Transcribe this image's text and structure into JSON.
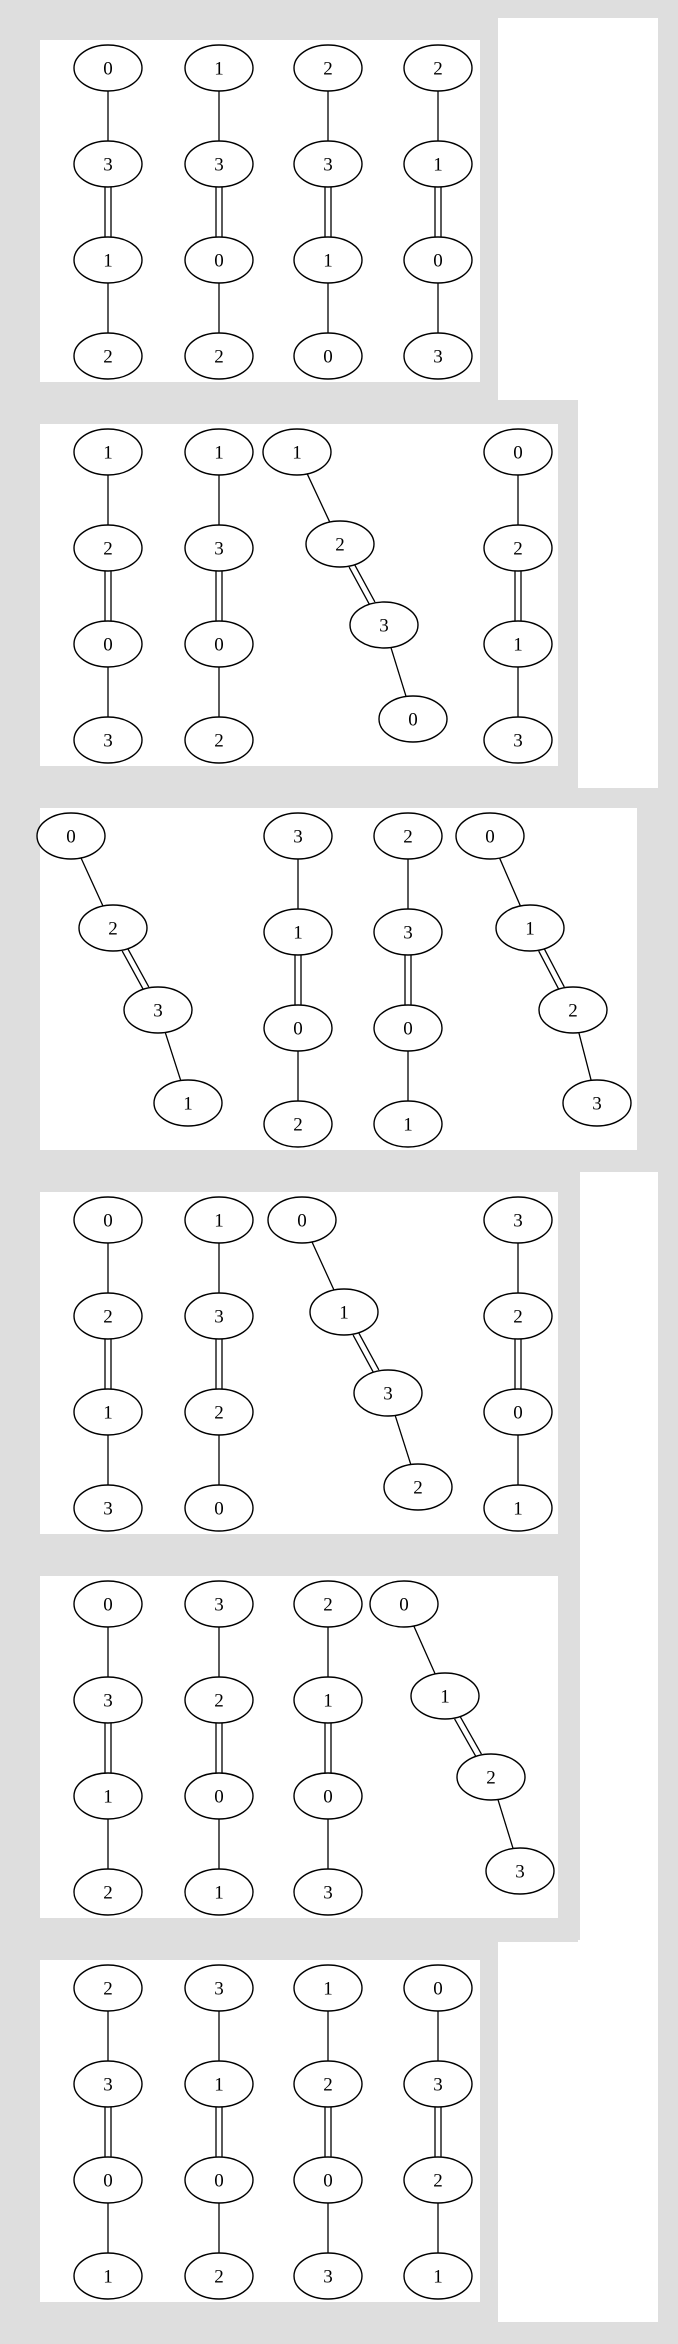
{
  "colors": {
    "outer_background": "#dedede",
    "panel_background": "#ffffff",
    "stroke": "#000000"
  },
  "panels": [
    {
      "graphs": [
        {
          "nodes": [
            "0",
            "3",
            "1",
            "2"
          ],
          "edges": [
            "single",
            "double",
            "single"
          ]
        },
        {
          "nodes": [
            "1",
            "3",
            "0",
            "2"
          ],
          "edges": [
            "single",
            "double",
            "single"
          ]
        },
        {
          "nodes": [
            "2",
            "3",
            "1",
            "0"
          ],
          "edges": [
            "single",
            "double",
            "single"
          ]
        },
        {
          "nodes": [
            "2",
            "1",
            "0",
            "3"
          ],
          "edges": [
            "single",
            "double",
            "single"
          ]
        }
      ]
    },
    {
      "graphs": [
        {
          "nodes": [
            "1",
            "2",
            "0",
            "3"
          ],
          "edges": [
            "single",
            "double",
            "single"
          ]
        },
        {
          "nodes": [
            "1",
            "3",
            "0",
            "2"
          ],
          "edges": [
            "single",
            "double",
            "single"
          ]
        },
        {
          "nodes": [
            "1",
            "2",
            "3",
            "0"
          ],
          "edges": [
            "single",
            "double",
            "single"
          ]
        },
        {
          "nodes": [
            "0",
            "2",
            "1",
            "3"
          ],
          "edges": [
            "single",
            "double",
            "single"
          ]
        }
      ]
    },
    {
      "graphs": [
        {
          "nodes": [
            "0",
            "2",
            "3",
            "1"
          ],
          "edges": [
            "single",
            "double",
            "single"
          ]
        },
        {
          "nodes": [
            "3",
            "1",
            "0",
            "2"
          ],
          "edges": [
            "single",
            "double",
            "single"
          ]
        },
        {
          "nodes": [
            "2",
            "3",
            "0",
            "1"
          ],
          "edges": [
            "single",
            "double",
            "single"
          ]
        },
        {
          "nodes": [
            "0",
            "1",
            "2",
            "3"
          ],
          "edges": [
            "single",
            "double",
            "single"
          ]
        }
      ]
    },
    {
      "graphs": [
        {
          "nodes": [
            "0",
            "2",
            "1",
            "3"
          ],
          "edges": [
            "single",
            "double",
            "single"
          ]
        },
        {
          "nodes": [
            "1",
            "3",
            "2",
            "0"
          ],
          "edges": [
            "single",
            "double",
            "single"
          ]
        },
        {
          "nodes": [
            "0",
            "1",
            "3",
            "2"
          ],
          "edges": [
            "single",
            "double",
            "single"
          ]
        },
        {
          "nodes": [
            "3",
            "2",
            "0",
            "1"
          ],
          "edges": [
            "single",
            "double",
            "single"
          ]
        }
      ]
    },
    {
      "graphs": [
        {
          "nodes": [
            "0",
            "3",
            "1",
            "2"
          ],
          "edges": [
            "single",
            "double",
            "single"
          ]
        },
        {
          "nodes": [
            "3",
            "2",
            "0",
            "1"
          ],
          "edges": [
            "single",
            "double",
            "single"
          ]
        },
        {
          "nodes": [
            "2",
            "1",
            "0",
            "3"
          ],
          "edges": [
            "single",
            "double",
            "single"
          ]
        },
        {
          "nodes": [
            "0",
            "1",
            "2",
            "3"
          ],
          "edges": [
            "single",
            "double",
            "single"
          ]
        }
      ]
    },
    {
      "graphs": [
        {
          "nodes": [
            "2",
            "3",
            "0",
            "1"
          ],
          "edges": [
            "single",
            "double",
            "single"
          ]
        },
        {
          "nodes": [
            "3",
            "1",
            "0",
            "2"
          ],
          "edges": [
            "single",
            "double",
            "single"
          ]
        },
        {
          "nodes": [
            "1",
            "2",
            "0",
            "3"
          ],
          "edges": [
            "single",
            "double",
            "single"
          ]
        },
        {
          "nodes": [
            "0",
            "3",
            "2",
            "1"
          ],
          "edges": [
            "single",
            "double",
            "single"
          ]
        }
      ]
    }
  ]
}
